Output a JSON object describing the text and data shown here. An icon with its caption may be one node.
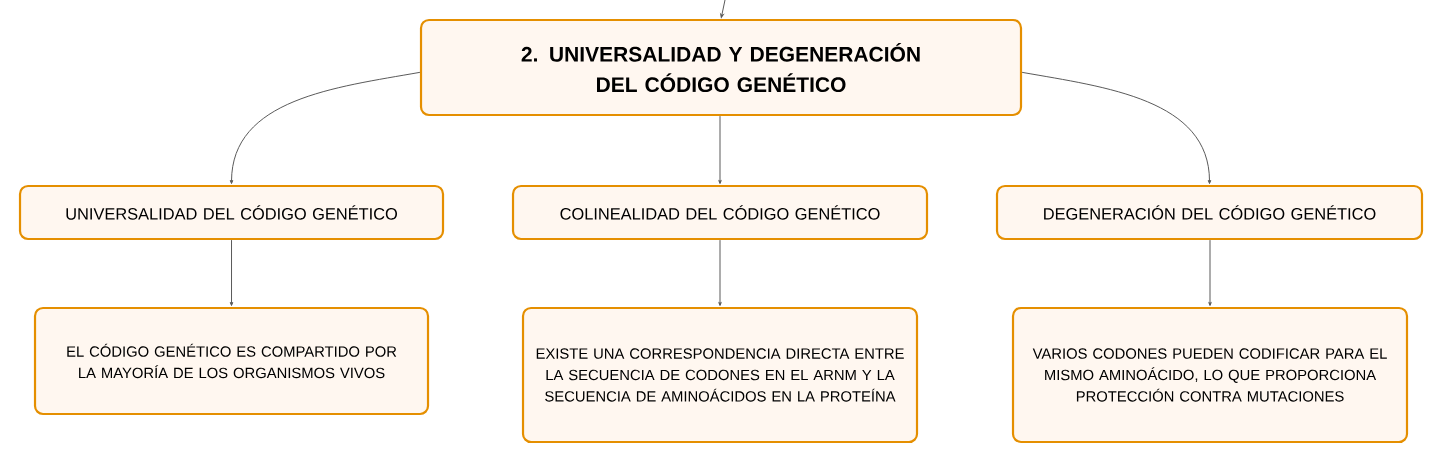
{
  "diagram": {
    "nodes": [
      {
        "text": [
          "2. UNIVERSALIDAD Y DEGENERACIÓN DEL CÓDIGO GENÉTICO"
        ]
      },
      {
        "text": [
          "UNIVERSALIDAD DEL CÓDIGO GENÉTICO"
        ]
      },
      {
        "text": [
          "COLINEALIDAD DEL CÓDIGO GENÉTICO"
        ]
      },
      {
        "text": [
          "DEGENERACIÓN DEL CÓDIGO GENÉTICO"
        ]
      },
      {
        "text": [
          "EL CÓDIGO GENÉTICO ES COMPARTIDO POR LA MAYORÍA DE LOS ORGANISMOS VIVOS"
        ]
      },
      {
        "text": [
          "EXISTE UNA CORRESPONDENCIA DIRECTA ENTRE LA SECUENCIA DE CODONES EN EL ARNM Y LA SECUENCIA DE AMINOÁCIDOS EN LA PROTEÍNA"
        ]
      },
      {
        "text": [
          "VARIOS CODONES PUEDEN CODIFICAR PARA EL MISMO AMINOÁCIDO, LO QUE PROPORCIONA PROTECCIÓN CONTRA MUTACIONES"
        ]
      }
    ],
    "edges": [
      {
        "from": null,
        "to": 0,
        "arrow": "to"
      },
      {
        "from": 0,
        "to": 1,
        "arrow": "to"
      },
      {
        "from": 0,
        "to": 2,
        "arrow": "to"
      },
      {
        "from": 0,
        "to": 3,
        "arrow": "to"
      },
      {
        "from": 1,
        "to": 4,
        "arrow": "to"
      },
      {
        "from": 2,
        "to": 5,
        "arrow": "to"
      },
      {
        "from": 3,
        "to": 6,
        "arrow": "to"
      }
    ]
  }
}
